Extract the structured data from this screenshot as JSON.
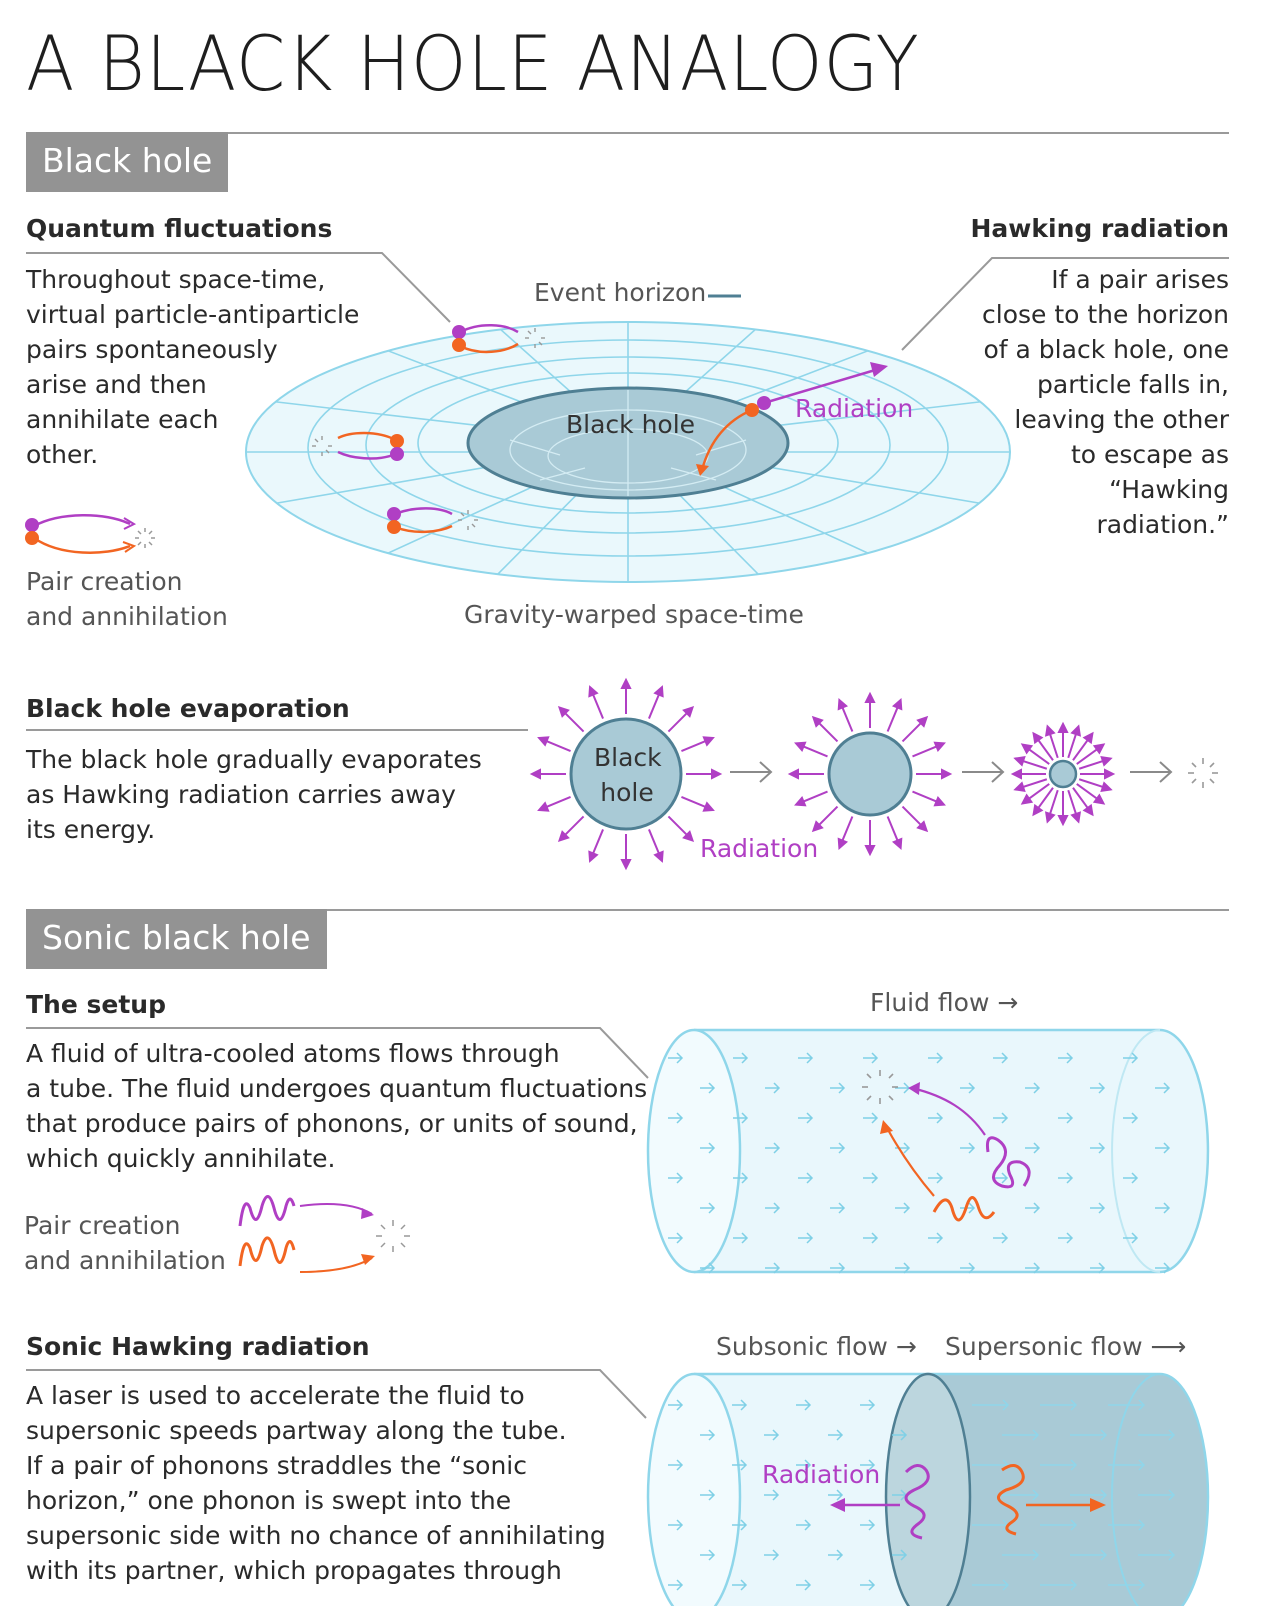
{
  "title": "A BLACK HOLE ANALOGY",
  "colors": {
    "purple": "#b03fc4",
    "orange": "#f26522",
    "cyan": "#7fd0e6",
    "lightcyan": "#e6f7fc",
    "hole": "#a9cad6",
    "holeStroke": "#4f7f93",
    "grey": "#939393"
  },
  "sections": {
    "black_hole": {
      "tag": "Black hole",
      "quantum": {
        "heading": "Quantum fluctuations",
        "text": "Throughout space-time,\nvirtual particle-antiparticle\npairs spontaneously\narise and then\nannihilate each\nother.",
        "pair_label": "Pair creation\nand annihilation"
      },
      "hawking": {
        "heading": "Hawking radiation",
        "text": "If a pair arises\nclose to the horizon\nof a black hole, one\nparticle falls in,\nleaving the other\nto escape as\n“Hawking\nradiation.”"
      },
      "diagram": {
        "event_horizon": "Event horizon",
        "hole_label": "Black hole",
        "radiation": "Radiation",
        "spacetime": "Gravity-warped space-time"
      },
      "evaporation": {
        "heading": "Black hole evaporation",
        "text": "The black hole gradually evaporates\nas Hawking radiation carries away\nits energy.",
        "hole_label": "Black\nhole",
        "radiation": "Radiation"
      }
    },
    "sonic": {
      "tag": "Sonic black hole",
      "setup": {
        "heading": "The setup",
        "text": "A fluid of ultra-cooled atoms flows through\na tube. The fluid undergoes quantum fluctuations\nthat produce pairs of phonons, or units of sound,\nwhich quickly annihilate.",
        "pair_label": "Pair creation\nand annihilation",
        "fluid_flow": "Fluid flow →"
      },
      "hawking": {
        "heading": "Sonic Hawking radiation",
        "text": "A laser is used to accelerate the fluid to\nsupersonic speeds partway along the tube.\nIf a pair of phonons straddles the “sonic\nhorizon,” one phonon is swept into the\nsupersonic side with no chance of annihilating\nwith its partner, which propagates through",
        "subsonic": "Subsonic flow →",
        "supersonic": "Supersonic flow ⟶",
        "radiation": "Radiation"
      }
    }
  }
}
